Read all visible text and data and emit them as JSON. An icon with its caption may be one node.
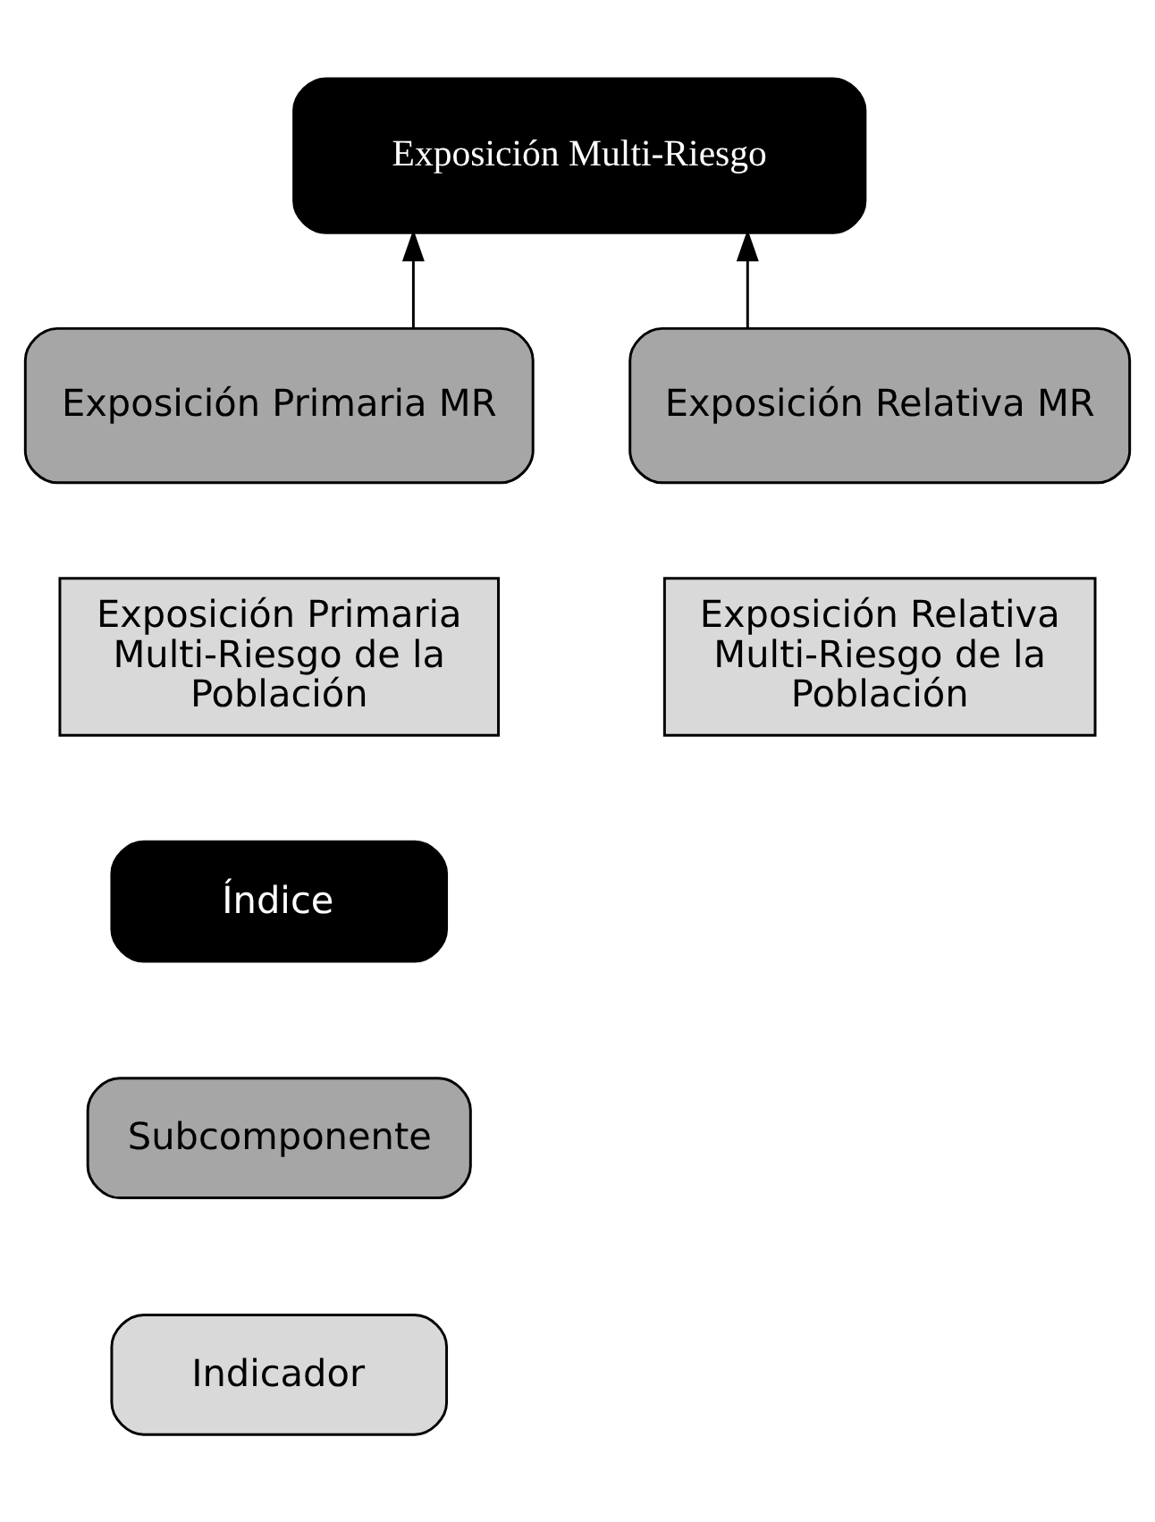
{
  "diagram": {
    "nodes": [
      {
        "text": [
          "Exposición Multi-Riesgo"
        ]
      },
      {
        "text": [
          "Exposición Primaria MR"
        ]
      },
      {
        "text": [
          "Exposición Relativa MR"
        ]
      },
      {
        "text": [
          "Exposición Primaria Multi-Riesgo de la Población"
        ]
      },
      {
        "text": [
          "Exposición Relativa Multi-Riesgo de la Población"
        ]
      }
    ],
    "edges": [
      {
        "from": 1,
        "to": 0,
        "arrow": "to"
      },
      {
        "from": 2,
        "to": 0,
        "arrow": "to"
      }
    ],
    "legend": [
      {
        "text": "Índice",
        "color": "#000000"
      },
      {
        "text": "Subcomponente",
        "color": "#a6a6a6"
      },
      {
        "text": "Indicador",
        "color": "#d9d9d9"
      }
    ]
  }
}
